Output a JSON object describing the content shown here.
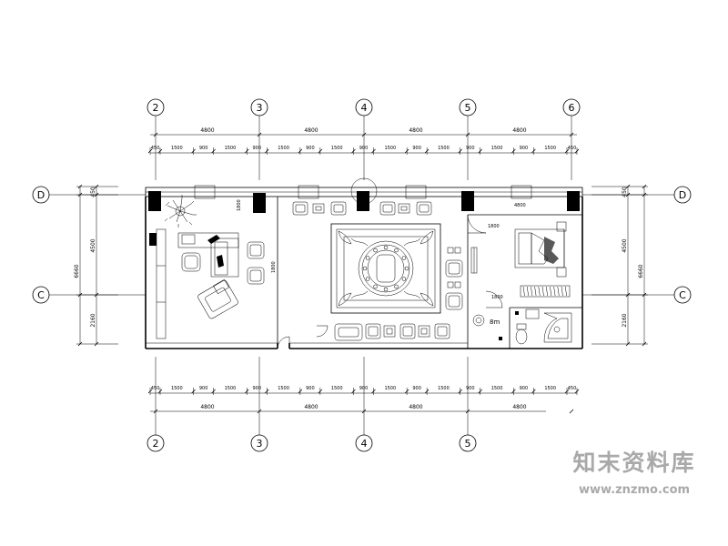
{
  "axes_top": [
    "2",
    "3",
    "4",
    "5",
    "6"
  ],
  "axes_bottom": [
    "2",
    "3",
    "4",
    "5"
  ],
  "axes_side": [
    "D",
    "C"
  ],
  "bay_dims": [
    "4800",
    "4800",
    "4800",
    "4800"
  ],
  "top_sub_dims": [
    "450",
    "1500",
    "900",
    "1500",
    "900",
    "1500",
    "900",
    "1500",
    "900",
    "1500",
    "900",
    "1500",
    "900",
    "1500",
    "900",
    "1500",
    "450"
  ],
  "bottom_sub_dims": [
    "450",
    "1500",
    "900",
    "1500",
    "900",
    "1500",
    "900",
    "1500",
    "900",
    "1500",
    "900",
    "1500",
    "900",
    "1500",
    "900",
    "1500",
    "450"
  ],
  "left_dims": [
    "450",
    "4500",
    "6660",
    "2160"
  ],
  "right_dims": [
    "450",
    "4500",
    "6660",
    "2160"
  ],
  "room_labels": [
    "4800",
    "1800",
    "1800",
    "8m"
  ],
  "watermark": {
    "title": "知末资料库",
    "url": "www.znzmo.com"
  }
}
